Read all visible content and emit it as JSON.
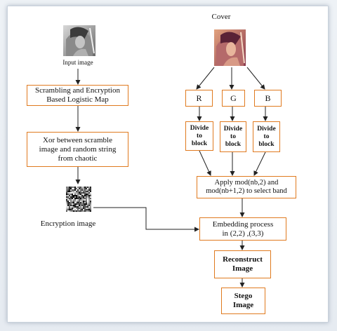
{
  "diagram": {
    "cover_label": "Cover",
    "input_label": "Input image",
    "scramble_box": "Scrambling and Encryption\nBased  Logistic Map",
    "xor_box": "Xor between scramble\nimage and random string\nfrom chaotic",
    "encryption_label": "Encryption image",
    "channels": [
      "R",
      "G",
      "B"
    ],
    "divide_box": "Divide\nto\nblock",
    "apply_box": "Apply mod(nb,2) and\nmod(nb+1,2) to select band",
    "embedding_box": "Embedding process\nin (2,2) ,(3,3)",
    "reconstruct_box": "Reconstruct\nImage",
    "stego_box": "Stego\nImage"
  },
  "colors": {
    "box_border": "#e07a1f",
    "arrow": "#222222"
  }
}
